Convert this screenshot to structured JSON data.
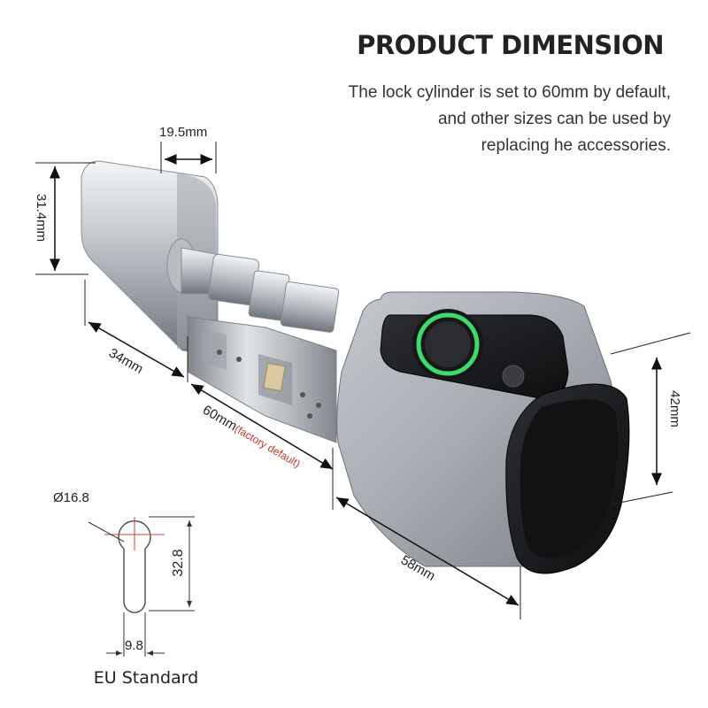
{
  "heading": "PRODUCT DIMENSION",
  "description": [
    "The lock cylinder is set to 60mm by default,",
    "and other sizes can be used by",
    "replacing he accessories."
  ],
  "dimensions": {
    "knob_width": "19.5mm",
    "knob_height": "31.4mm",
    "knob_side": "34mm",
    "cylinder_length": "60mm",
    "cylinder_note": "(factory default)",
    "body_length": "58mm",
    "body_height": "42mm"
  },
  "profile": {
    "diameter": "Ø16.8",
    "height": "32.8",
    "width": "9.8",
    "standard": "EU Standard"
  },
  "colors": {
    "text": "#222222",
    "note": "#c0392b",
    "ring": "#3ddc6a"
  }
}
